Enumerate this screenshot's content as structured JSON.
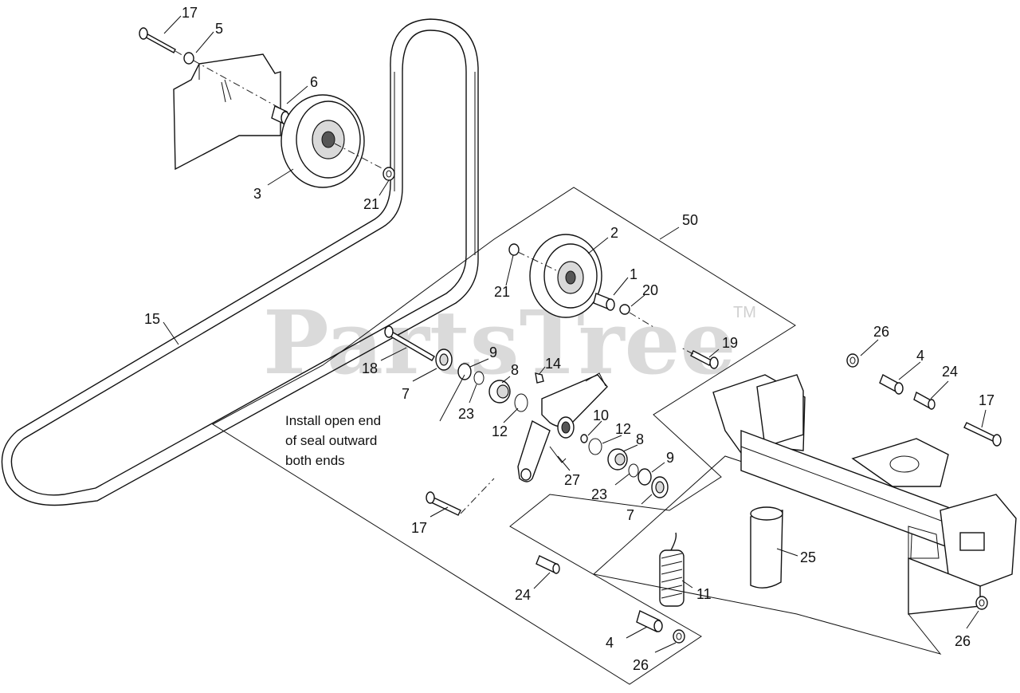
{
  "watermark": {
    "text": "PartsTree",
    "trademark": "TM"
  },
  "callouts": {
    "c17a": "17",
    "c5": "5",
    "c6": "6",
    "c3": "3",
    "c21a": "21",
    "c15": "15",
    "c50": "50",
    "c2": "2",
    "c21b": "21",
    "c1": "1",
    "c20": "20",
    "c19": "19",
    "c18": "18",
    "c9a": "9",
    "c7a": "7",
    "c8a": "8",
    "c14": "14",
    "c23a": "23",
    "c12a": "12",
    "c10": "10",
    "c12b": "12",
    "c8b": "8",
    "c9b": "9",
    "c23b": "23",
    "c7b": "7",
    "c27": "27",
    "c17b": "17",
    "c24a": "24",
    "c11": "11",
    "c25": "25",
    "c4a": "4",
    "c26a": "26",
    "c26b": "26",
    "c4b": "4",
    "c24b": "24",
    "c17c": "17",
    "c26c": "26"
  },
  "note": {
    "line1": "Install open end",
    "line2": "of seal outward",
    "line3": "both ends"
  }
}
